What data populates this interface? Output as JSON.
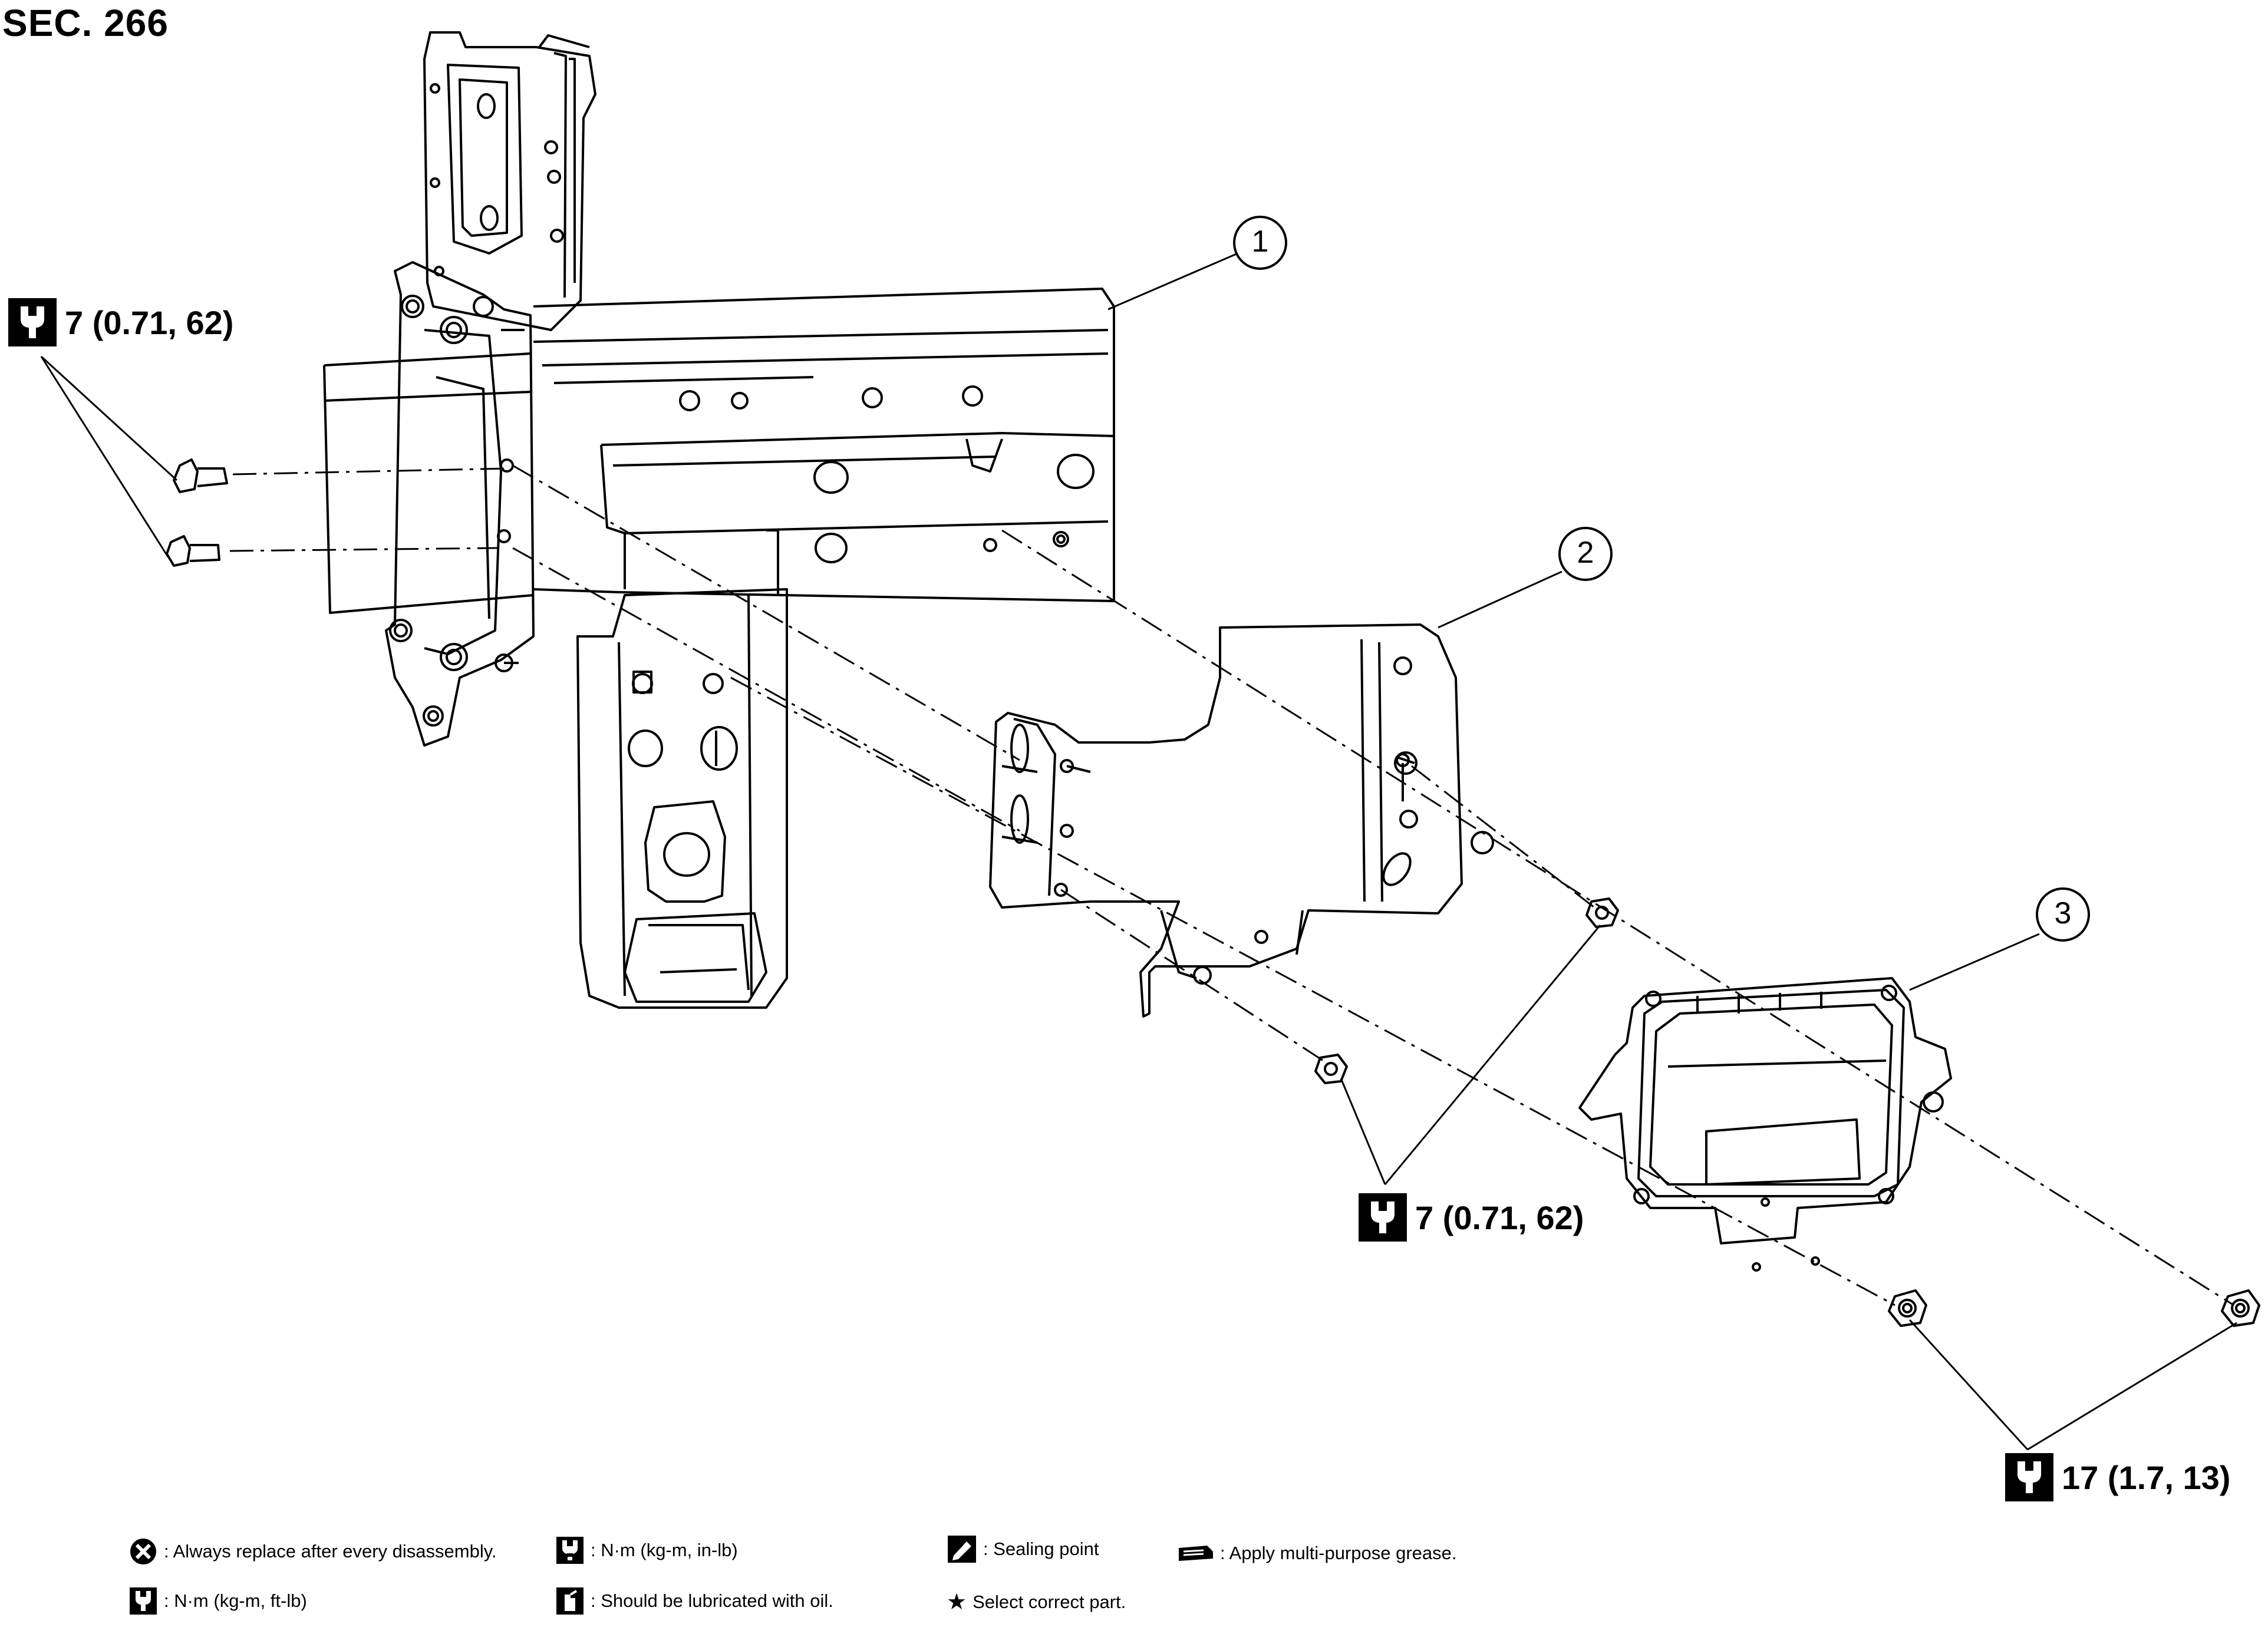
{
  "title": "SEC. 266",
  "callouts": [
    "1",
    "2",
    "3"
  ],
  "torques": {
    "t1": "7 (0.71, 62)",
    "t2": "7 (0.71, 62)",
    "t3": "17 (1.7, 13)"
  },
  "legend": {
    "replace": ": Always replace after every disassembly.",
    "nm_inlb": ": N·m (kg-m, in-lb)",
    "sealing": ": Sealing point",
    "grease": ": Apply multi-purpose grease.",
    "nm_ftlb": ": N·m (kg-m, ft-lb)",
    "oil": ": Should be lubricated with oil.",
    "select": "Select correct part.",
    "star": "★"
  },
  "icons": [
    "wrench-icon",
    "replace-icon",
    "sealing-icon",
    "grease-icon",
    "oil-icon",
    "star-icon"
  ]
}
